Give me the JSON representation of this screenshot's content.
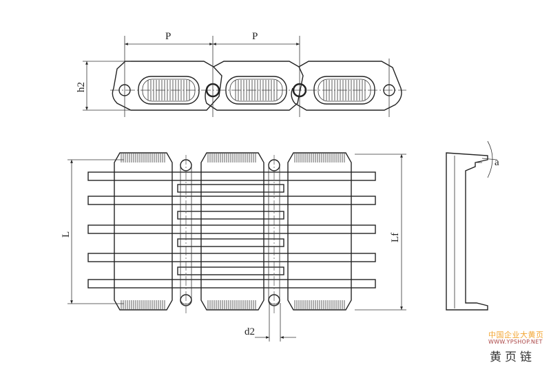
{
  "labels": {
    "pitch_1": "P",
    "pitch_2": "P",
    "plate_height": "h2",
    "length": "L",
    "overall_length": "Lf",
    "angle": "a",
    "pin_diameter": "d2"
  },
  "watermark": {
    "line1": "中国企业大黄页",
    "line2": "WWW.YPSHOP.NET",
    "line3": "黄页链"
  }
}
